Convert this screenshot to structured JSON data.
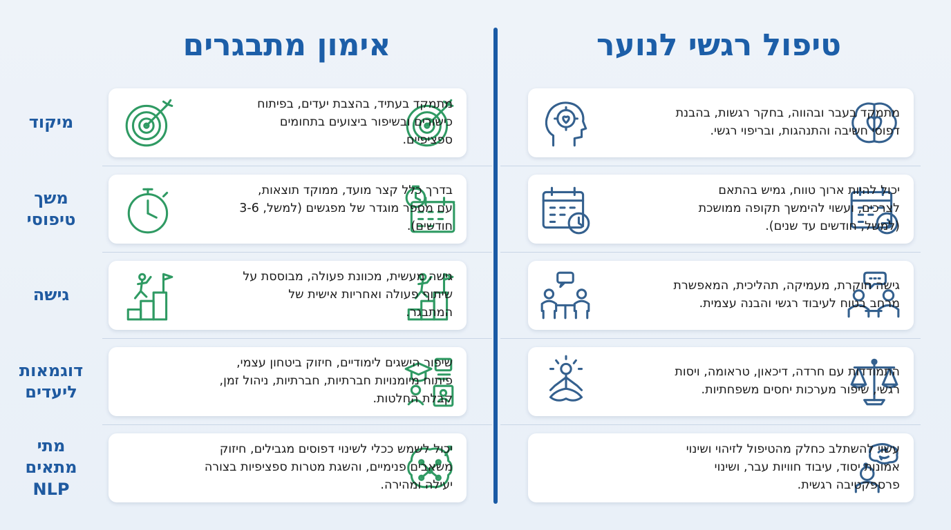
{
  "titles": {
    "coaching": "אימון מתבגרים",
    "therapy": "טיפול רגשי לנוער"
  },
  "rows": [
    {
      "label": "מיקוד",
      "coaching": "מתמקד בעתיד, בהצבת יעדים, בפיתוח כישורים ובשיפור ביצועים בתחומים ספציפיים.",
      "therapy": "מתמקד בעבר ובהווה, בחקר רגשות, בהבנת דפוסי חשיבה והתנהגות, ובריפוי רגשי."
    },
    {
      "label": "משך טיפוסי",
      "coaching": "בדרך כלל קצר מועד, ממוקד תוצאות, עם מספר מוגדר של מפגשים (למשל, 3-6 חודשים).",
      "therapy": "יכול להיות ארוך טווח, גמיש בהתאם לצרכים, ועשוי להימשך תקופה ממושכת (למשל, חודשים עד שנים)."
    },
    {
      "label": "גישה",
      "coaching": "גישה מעשית, מכוונת פעולה, מבוססת על שיתוף פעולה ואחריות אישית של המתבגר.",
      "therapy": "גישה חוקרת, מעמיקה, תהליכית, המאפשרת מרחב בטוח לעיבוד רגשי והבנה עצמית."
    },
    {
      "label": "דוגמאות ליעדים",
      "coaching": "שיפור הישגים לימודיים, חיזוק ביטחון עצמי, פיתוח מיומנויות חברתיות, חברתיות, ניהול זמן, קבלת החלטות.",
      "therapy": "התמודדות עם חרדה, דיכאון, טראומה, ויסות רגשי, שיפור מערכות יחסים משפחתיות."
    },
    {
      "label": "מתי מתאים NLP",
      "coaching": "יכול לשמש ככלי לשינוי דפוסים מגבילים, חיזוק משאבים פנימיים, והשגת מטרות ספציפיות בצורה יעילה ומהירה.",
      "therapy": "עשוי להשתלב כחלק מהטיפול לזיהוי ושינוי אמונות יסוד, עיבוד חוויות עבר, ושינוי פרספקטיבה רגשית."
    }
  ],
  "icons": {
    "coaching": [
      "target-arrow-icon",
      "stopwatch-icon",
      "climbing-steps-flag-icon",
      "goals-collage-icon",
      "brain-circuit-icon"
    ],
    "coaching_extra": [
      "target-arrow-icon",
      "stopwatch-calendar-icon",
      "climbing-steps-flag-icon"
    ],
    "therapy": [
      "brain-heart-icon",
      "calendar-arrow-icon",
      "conversation-people-icon",
      "balance-scale-icon",
      "thought-exchange-person-icon"
    ],
    "therapy_extra": [
      "head-gear-heart-icon",
      "calendar-clock-icon",
      "counseling-session-icon",
      "meditation-person-icon"
    ]
  },
  "colors": {
    "title": "#1c5ea8",
    "label": "#1f5aa0",
    "divider": "#1a5aa5",
    "coaching_icon": "#2f9a63",
    "therapy_icon": "#34608e"
  }
}
